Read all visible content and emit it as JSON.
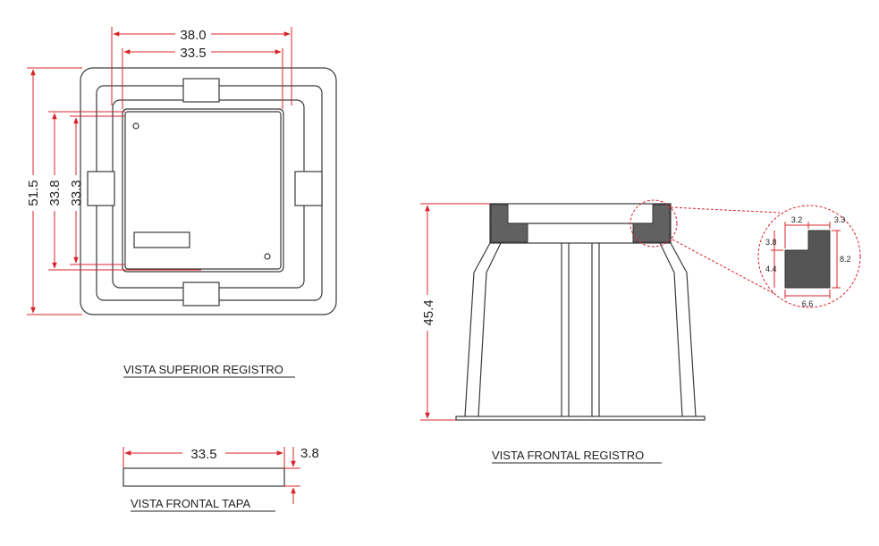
{
  "colors": {
    "dimension": "#d8232a",
    "outline": "#3a3a3a",
    "section_fill": "#555555"
  },
  "top_view": {
    "caption": "VISTA  SUPERIOR REGISTRO",
    "dims": {
      "outer_width": "38.0",
      "inner_width": "33.5",
      "outer_height": "51.5",
      "inner_height_a": "33.8",
      "inner_height_b": "33.3"
    }
  },
  "lid_view": {
    "caption": "VISTA  FRONTAL TAPA",
    "dims": {
      "width": "33.5",
      "thickness": "3.8"
    }
  },
  "front_view": {
    "caption": "VISTA  FRONTAL REGISTRO",
    "dims": {
      "height": "45.4"
    }
  },
  "detail": {
    "dims": {
      "top_left": "3.2",
      "top_right": "3.3",
      "left_upper": "3.8",
      "left_lower": "4.4",
      "right": "8.2",
      "bottom": "6.6"
    }
  }
}
